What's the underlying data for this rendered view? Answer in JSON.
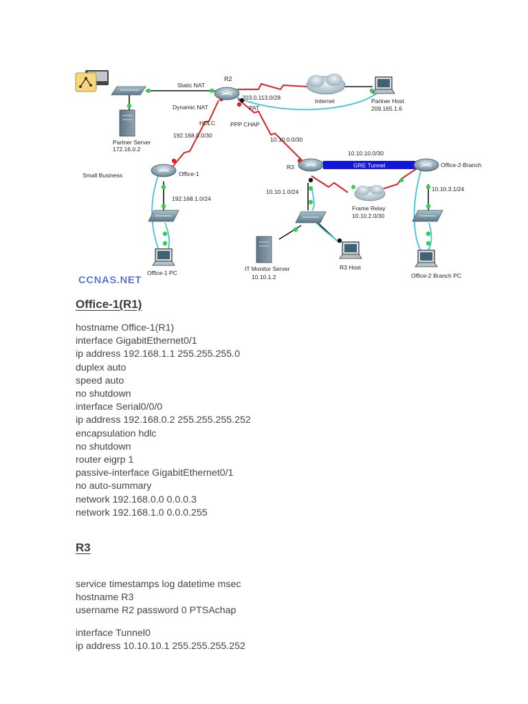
{
  "diagram": {
    "devices": {
      "r2": "R2",
      "r3": "R3",
      "office1": "Office-1",
      "office2": "Office-2-Branch",
      "partner_server": [
        "Partner Server",
        "172.16.0.2"
      ],
      "partner_host": [
        "Partner Host",
        "209.165.1.6"
      ],
      "internet": "Internet",
      "frame_relay": [
        "Frame Relay",
        "10.10.2.0/30"
      ],
      "office1_pc": "Office-1 PC",
      "it_server": [
        "IT Monitor Server",
        "10.10.1.2"
      ],
      "r3_host": "R3 Host",
      "office2_pc": "Office-2 Branch PC"
    },
    "labels": {
      "static_nat": "Static NAT",
      "dynamic_nat": "Dynamic NAT",
      "hdlc": "HDLC",
      "pat": "PAT",
      "ppp_chap": "PPP CHAP",
      "net_203": "203.0.113.0/28",
      "net_192_168_0": "192.168.0.0/30",
      "net_10_10_0": "10.10.0.0/30",
      "net_10_10_10": "10.10.10.0/30",
      "gre_tunnel": "GRE Tunnel",
      "net_10_10_1": "10.10.1.0/24",
      "net_10_10_3": "10.10.3.1/24",
      "net_192_168_1": "192.168.1.0/24",
      "small_business": "Small Business"
    },
    "watermark": "CCNAS.NET"
  },
  "sections": [
    {
      "heading": "Office-1(R1)",
      "lines": [
        "hostname Office-1(R1)",
        "interface GigabitEthernet0/1",
        "ip address 192.168.1.1 255.255.255.0",
        "duplex auto",
        "speed auto",
        "no shutdown",
        "interface Serial0/0/0",
        "ip address 192.168.0.2 255.255.255.252",
        "encapsulation hdlc",
        "no shutdown",
        "router eigrp 1",
        "passive-interface GigabitEthernet0/1",
        "no auto-summary",
        "network 192.168.0.0 0.0.0.3",
        "network 192.168.1.0 0.0.0.255"
      ]
    },
    {
      "heading": "R3",
      "lines_a": [
        "service timestamps log datetime msec",
        "hostname R3",
        "username R2 password 0 PTSAchap"
      ],
      "lines_b": [
        "interface Tunnel0",
        "ip address 10.10.10.1 255.255.255.252"
      ]
    }
  ]
}
